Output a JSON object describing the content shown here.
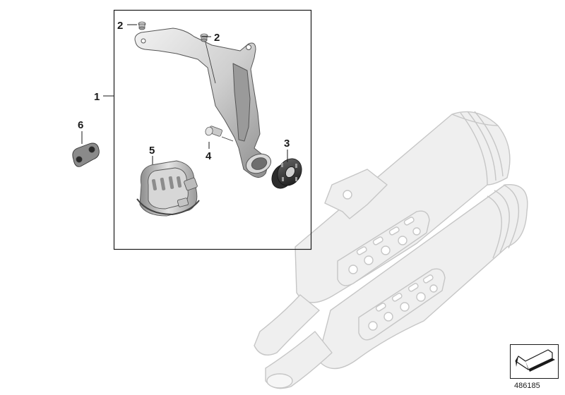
{
  "callouts": {
    "c1": "1",
    "c2a": "2",
    "c2b": "2",
    "c3": "3",
    "c4": "4",
    "c5": "5",
    "c6": "6"
  },
  "reference_number": "486185",
  "colors": {
    "line": "#1a1a1a",
    "part_light": "#e6e6e6",
    "part_mid": "#b9b9b9",
    "part_dark": "#6e6e6e",
    "exhaust_fill": "#efefef",
    "exhaust_stroke": "#c8c8c8"
  }
}
